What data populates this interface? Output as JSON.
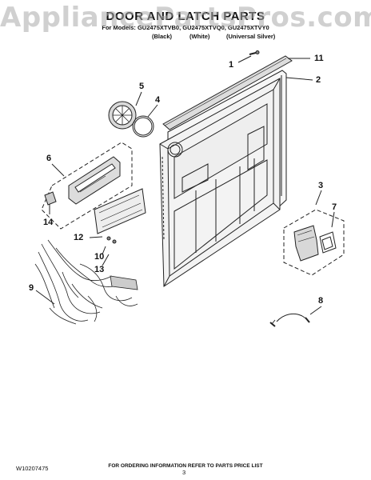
{
  "watermark": "AppliancePartsPros.com",
  "header": {
    "title": "DOOR AND LATCH PARTS",
    "models": "For Models: GU2475XTVB0, GU2475XTVQ0, GU2475XTVY0",
    "colors": [
      "(Black)",
      "(White)",
      "(Universal Silver)"
    ]
  },
  "callouts": [
    "1",
    "11",
    "2",
    "5",
    "4",
    "6",
    "3",
    "7",
    "14",
    "12",
    "10",
    "13",
    "9",
    "8"
  ],
  "footer": {
    "order_info": "FOR ORDERING INFORMATION REFER TO PARTS PRICE LIST",
    "doc_number": "W10207475",
    "page_number": "3"
  }
}
